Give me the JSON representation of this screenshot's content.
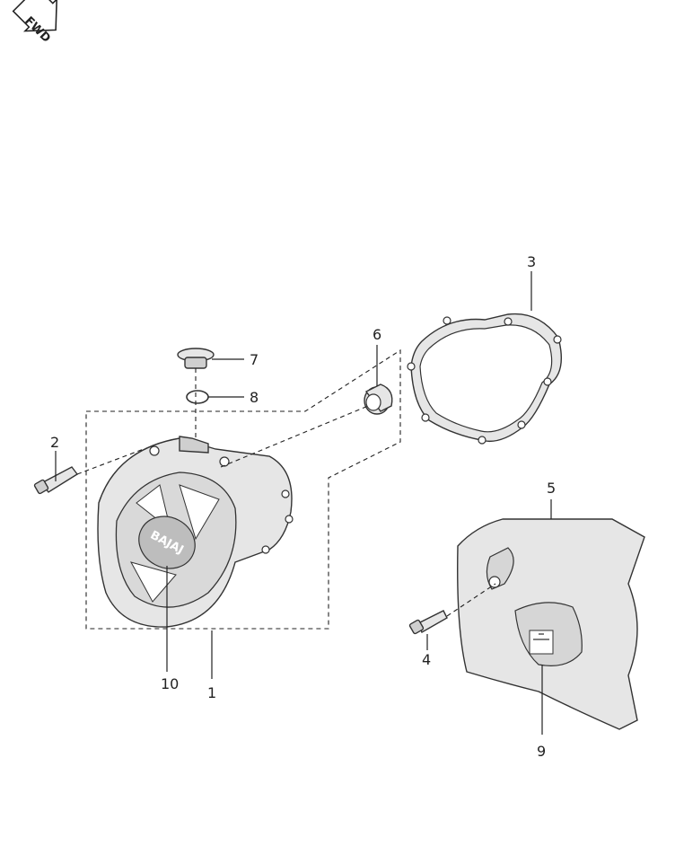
{
  "direction_icon": {
    "label": "FWD",
    "icon": "forward-arrow-icon"
  },
  "callouts": [
    {
      "id": "1",
      "part": "cover"
    },
    {
      "id": "2",
      "part": "bolt"
    },
    {
      "id": "3",
      "part": "gasket"
    },
    {
      "id": "4",
      "part": "bolt"
    },
    {
      "id": "5",
      "part": "guard"
    },
    {
      "id": "6",
      "part": "collar"
    },
    {
      "id": "7",
      "part": "plug"
    },
    {
      "id": "8",
      "part": "o-ring"
    },
    {
      "id": "9",
      "part": "label"
    },
    {
      "id": "10",
      "part": "emblem"
    }
  ],
  "emblem_text": "BAJAJ",
  "colors": {
    "line": "#222222",
    "fill": "#e6e6e6",
    "emblem": "#bdbdbd"
  }
}
